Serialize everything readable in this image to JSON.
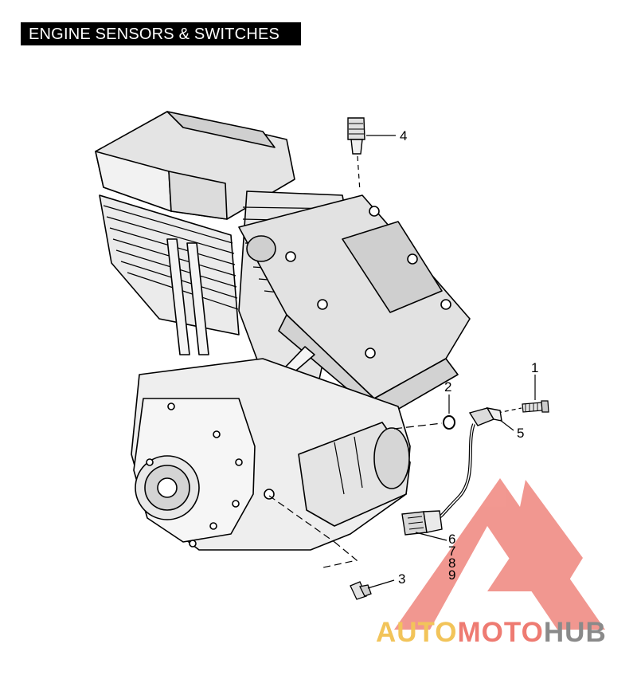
{
  "title": "ENGINE SENSORS & SWITCHES",
  "callouts": [
    "1",
    "2",
    "3",
    "4",
    "5",
    "6",
    "7",
    "8",
    "9"
  ],
  "watermark": {
    "word_auto": "AUTO",
    "word_moto": "MOTO",
    "word_hub": "HUB",
    "colors": {
      "auto": "#F2C45A",
      "moto": "#EE7B72",
      "hub": "#8A8A8A",
      "triangle": "#EE7B72"
    }
  },
  "colors": {
    "ink": "#000000",
    "paper": "#ffffff",
    "engine_shade": "#d7d7d7"
  }
}
